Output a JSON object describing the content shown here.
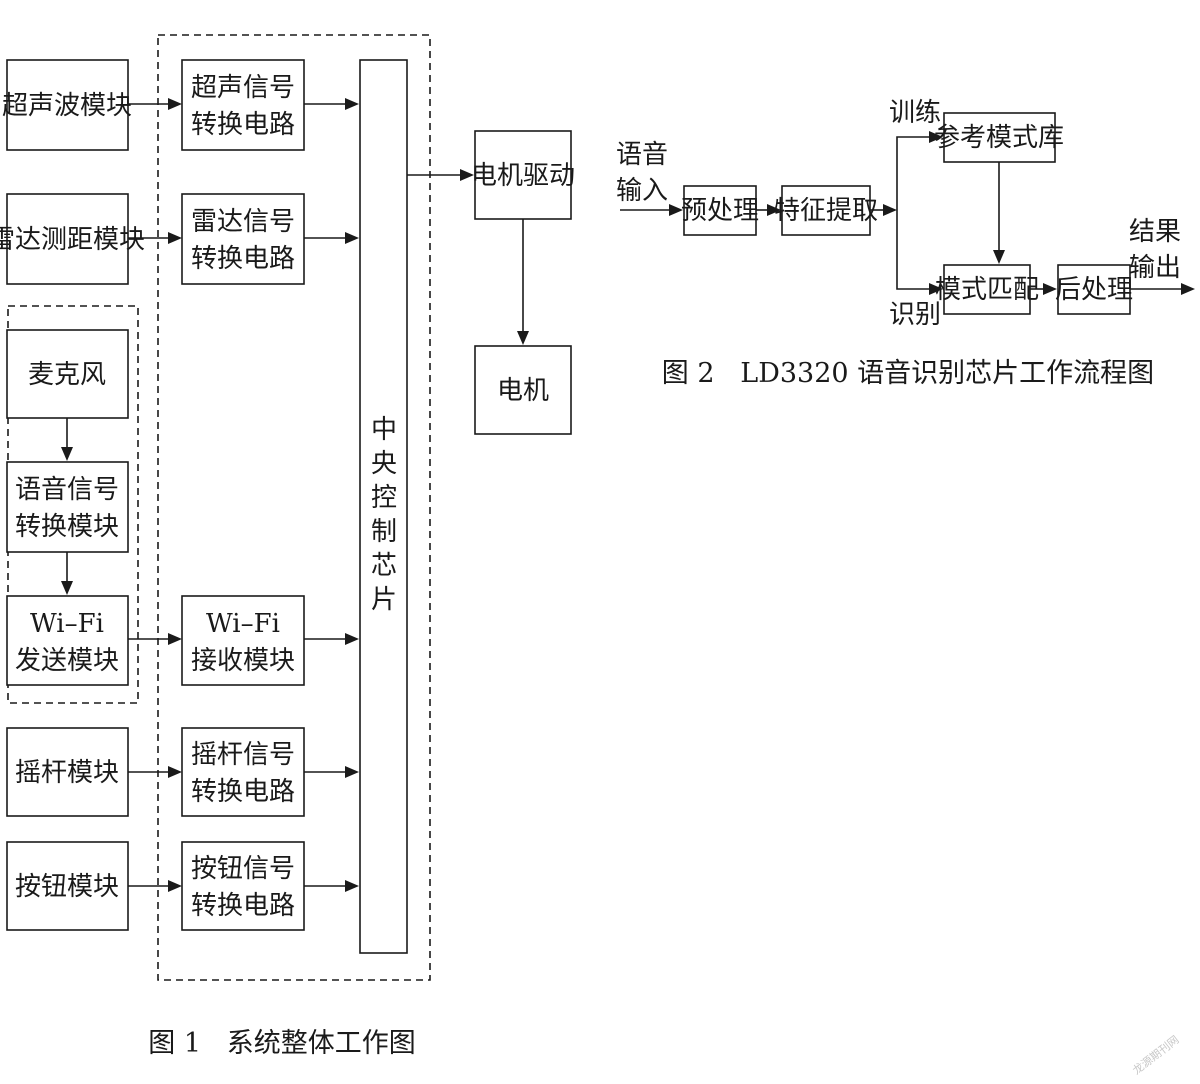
{
  "figure1": {
    "caption": "图 1   系统整体工作图",
    "nodes": {
      "ultrasonic_module": "超声波模块",
      "radar_module": "雷达测距模块",
      "microphone": "麦克风",
      "voice_convert_line1": "语音信号",
      "voice_convert_line2": "转换模块",
      "wifi_send_line1": "Wi–Fi",
      "wifi_send_line2": "发送模块",
      "joystick_module": "摇杆模块",
      "button_module": "按钮模块",
      "ultra_conv_line1": "超声信号",
      "ultra_conv_line2": "转换电路",
      "radar_conv_line1": "雷达信号",
      "radar_conv_line2": "转换电路",
      "wifi_recv_line1": "Wi–Fi",
      "wifi_recv_line2": "接收模块",
      "joystick_conv_line1": "摇杆信号",
      "joystick_conv_line2": "转换电路",
      "button_conv_line1": "按钮信号",
      "button_conv_line2": "转换电路",
      "cpu_chars": [
        "中",
        "央",
        "控",
        "制",
        "芯",
        "片"
      ],
      "motor_driver": "电机驱动",
      "motor": "电机"
    }
  },
  "figure2": {
    "caption": "图 2   LD3320 语音识别芯片工作流程图",
    "labels": {
      "input_line1": "语音",
      "input_line2": "输入",
      "train": "训练",
      "recognize": "识别",
      "output_line1": "结果",
      "output_line2": "输出"
    },
    "nodes": {
      "preprocess": "预处理",
      "feature_extract": "特征提取",
      "reference_library": "参考模式库",
      "pattern_match": "模式匹配",
      "postprocess": "后处理"
    }
  },
  "watermark": "龙源期刊网"
}
